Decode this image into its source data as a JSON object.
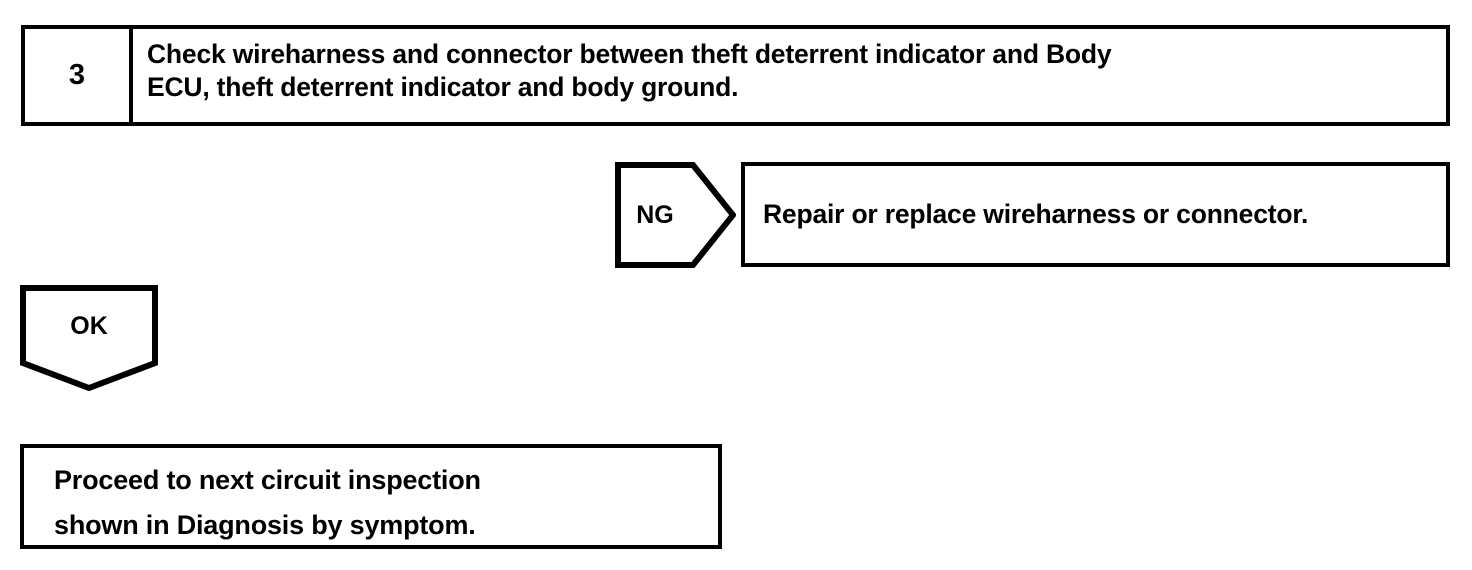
{
  "document": {
    "type": "automotive-diagnostic-flowchart",
    "colors": {
      "ink": "#000000",
      "background": "#ffffff"
    }
  },
  "step": {
    "number": "3",
    "instruction": "Check wireharness and connector between theft deterrent indicator and Body\nECU, theft deterrent indicator and body ground."
  },
  "branches": {
    "ng": {
      "label": "NG",
      "direction": "right",
      "result": "Repair or replace wireharness or connector."
    },
    "ok": {
      "label": "OK",
      "direction": "down",
      "result": "Proceed to next circuit inspection\nshown  in Diagnosis by symptom."
    }
  }
}
